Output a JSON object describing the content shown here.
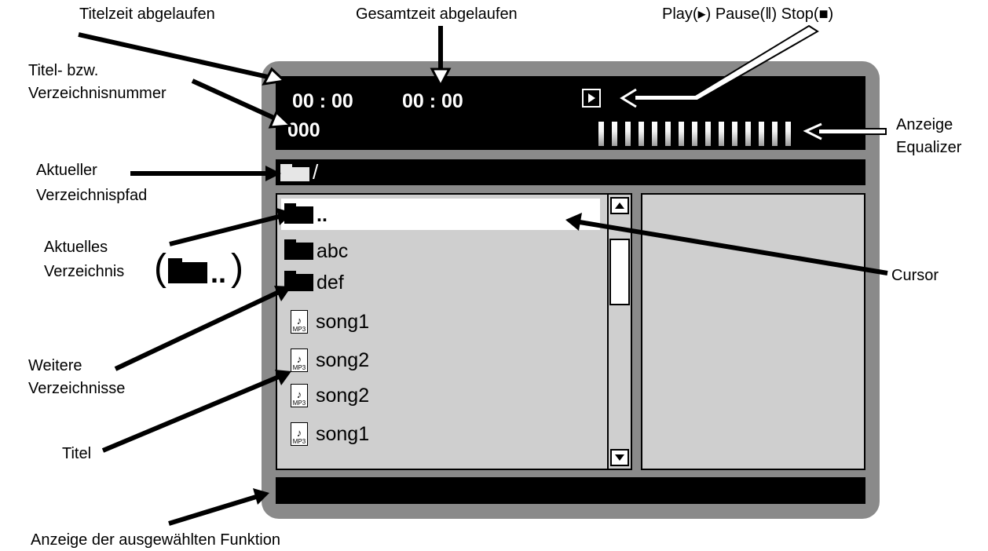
{
  "labels": {
    "title_time": "Titelzeit abgelaufen",
    "total_time": "Gesamtzeit abgelaufen",
    "play_pause_stop": "Play(▸) Pause(‖) Stop(■)",
    "track_number_1": "Titel- bzw.",
    "track_number_2": "Verzeichnisnummer",
    "equalizer_1": "Anzeige",
    "equalizer_2": "Equalizer",
    "current_path_1": "Aktueller",
    "current_path_2": "Verzeichnispfad",
    "current_dir_1": "Aktuelles",
    "current_dir_2": "Verzeichnis",
    "current_dir_symbol": "..",
    "cursor": "Cursor",
    "more_dirs_1": "Weitere",
    "more_dirs_2": "Verzeichnisse",
    "tracks": "Titel",
    "function_display": "Anzeige der ausgewählten Funktion"
  },
  "display": {
    "title_time": "00 : 00",
    "total_time": "00 : 00",
    "track_number": "000",
    "path": "/",
    "equalizer_bars": 15
  },
  "list": [
    {
      "type": "folder",
      "name": ".."
    },
    {
      "type": "folder",
      "name": "abc"
    },
    {
      "type": "folder",
      "name": "def"
    },
    {
      "type": "mp3",
      "name": "song1"
    },
    {
      "type": "mp3",
      "name": "song2"
    },
    {
      "type": "mp3",
      "name": "song2"
    },
    {
      "type": "mp3",
      "name": "song1"
    }
  ],
  "icons": {
    "mp3_tag": "MP3",
    "note": "♪"
  },
  "colors": {
    "frame": "#8a8a8a",
    "screen": "#000000",
    "panel": "#cfcfcf"
  }
}
